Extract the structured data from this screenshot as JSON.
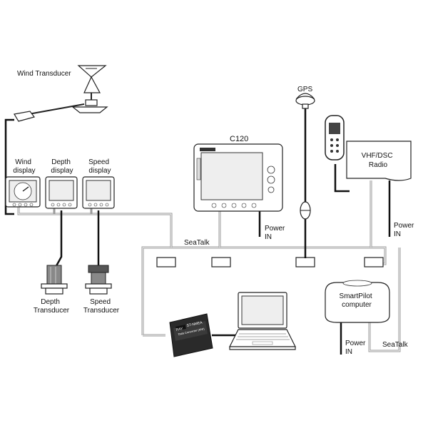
{
  "labels": {
    "wind_transducer": "Wind Transducer",
    "wind_display": [
      "Wind",
      "display"
    ],
    "depth_display": [
      "Depth",
      "display"
    ],
    "speed_display": [
      "Speed",
      "display"
    ],
    "c120": "C120",
    "gps": "GPS",
    "vhf_radio": [
      "VHF/DSC",
      "Radio"
    ],
    "power_in_c120": [
      "Power",
      "IN"
    ],
    "power_in_vhf": [
      "Power",
      "IN"
    ],
    "power_in_pilot": [
      "Power",
      "IN"
    ],
    "seatalk_main": "SeaTalk",
    "seatalk_pilot": "SeaTalk",
    "depth_transducer": [
      "Depth",
      "Transducer"
    ],
    "speed_transducer": [
      "Speed",
      "Transducer"
    ],
    "smartpilot": [
      "SmartPilot",
      "computer"
    ],
    "converter": {
      "brand": "RAY",
      "model": "ST-NMEA",
      "desc": "Data Converter (ANI)"
    }
  },
  "colors": {
    "bus": "#9a9a9a",
    "cable": "#111111",
    "device": "#ffffff"
  }
}
